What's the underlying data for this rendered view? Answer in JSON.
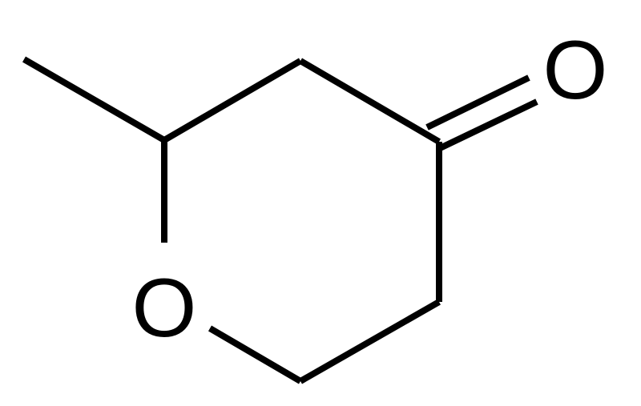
{
  "molecule": {
    "atoms": {
      "ring_oxygen": "O",
      "carbonyl_oxygen": "O"
    },
    "bonds": [
      {
        "from": "methyl",
        "to": "C2",
        "order": 1
      },
      {
        "from": "C2",
        "to": "C3",
        "order": 1
      },
      {
        "from": "C3",
        "to": "C4",
        "order": 1
      },
      {
        "from": "C4",
        "to": "carbonyl_oxygen",
        "order": 2
      },
      {
        "from": "C4",
        "to": "C5",
        "order": 1
      },
      {
        "from": "C5",
        "to": "C6",
        "order": 1
      },
      {
        "from": "C6",
        "to": "ring_oxygen",
        "order": 1
      },
      {
        "from": "ring_oxygen",
        "to": "C2",
        "order": 1
      }
    ]
  }
}
